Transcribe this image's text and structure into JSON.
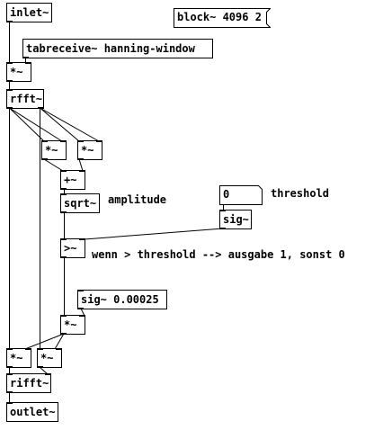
{
  "patch": {
    "objects": {
      "inlet": "inlet~",
      "tabreceive": "tabreceive~ hanning-window",
      "mul_window": "*~",
      "rfft": "rfft~",
      "mul_real": "*~",
      "mul_imag": "*~",
      "add": "+~",
      "sqrt": "sqrt~",
      "threshold_sig": "sig~",
      "compare": ">~",
      "sig_const": "sig~ 0.00025",
      "mul_gate": "*~",
      "mul_out_real": "*~",
      "mul_out_imag": "*~",
      "rifft": "rifft~",
      "outlet": "outlet~"
    },
    "block_message": "block~ 4096 2",
    "threshold_number": "0",
    "comments": {
      "amplitude": "amplitude",
      "threshold": "threshold",
      "explanation": "wenn > threshold --> ausgabe 1, sonst 0"
    }
  },
  "colors": {
    "foreground": "#000000",
    "background": "#ffffff"
  }
}
